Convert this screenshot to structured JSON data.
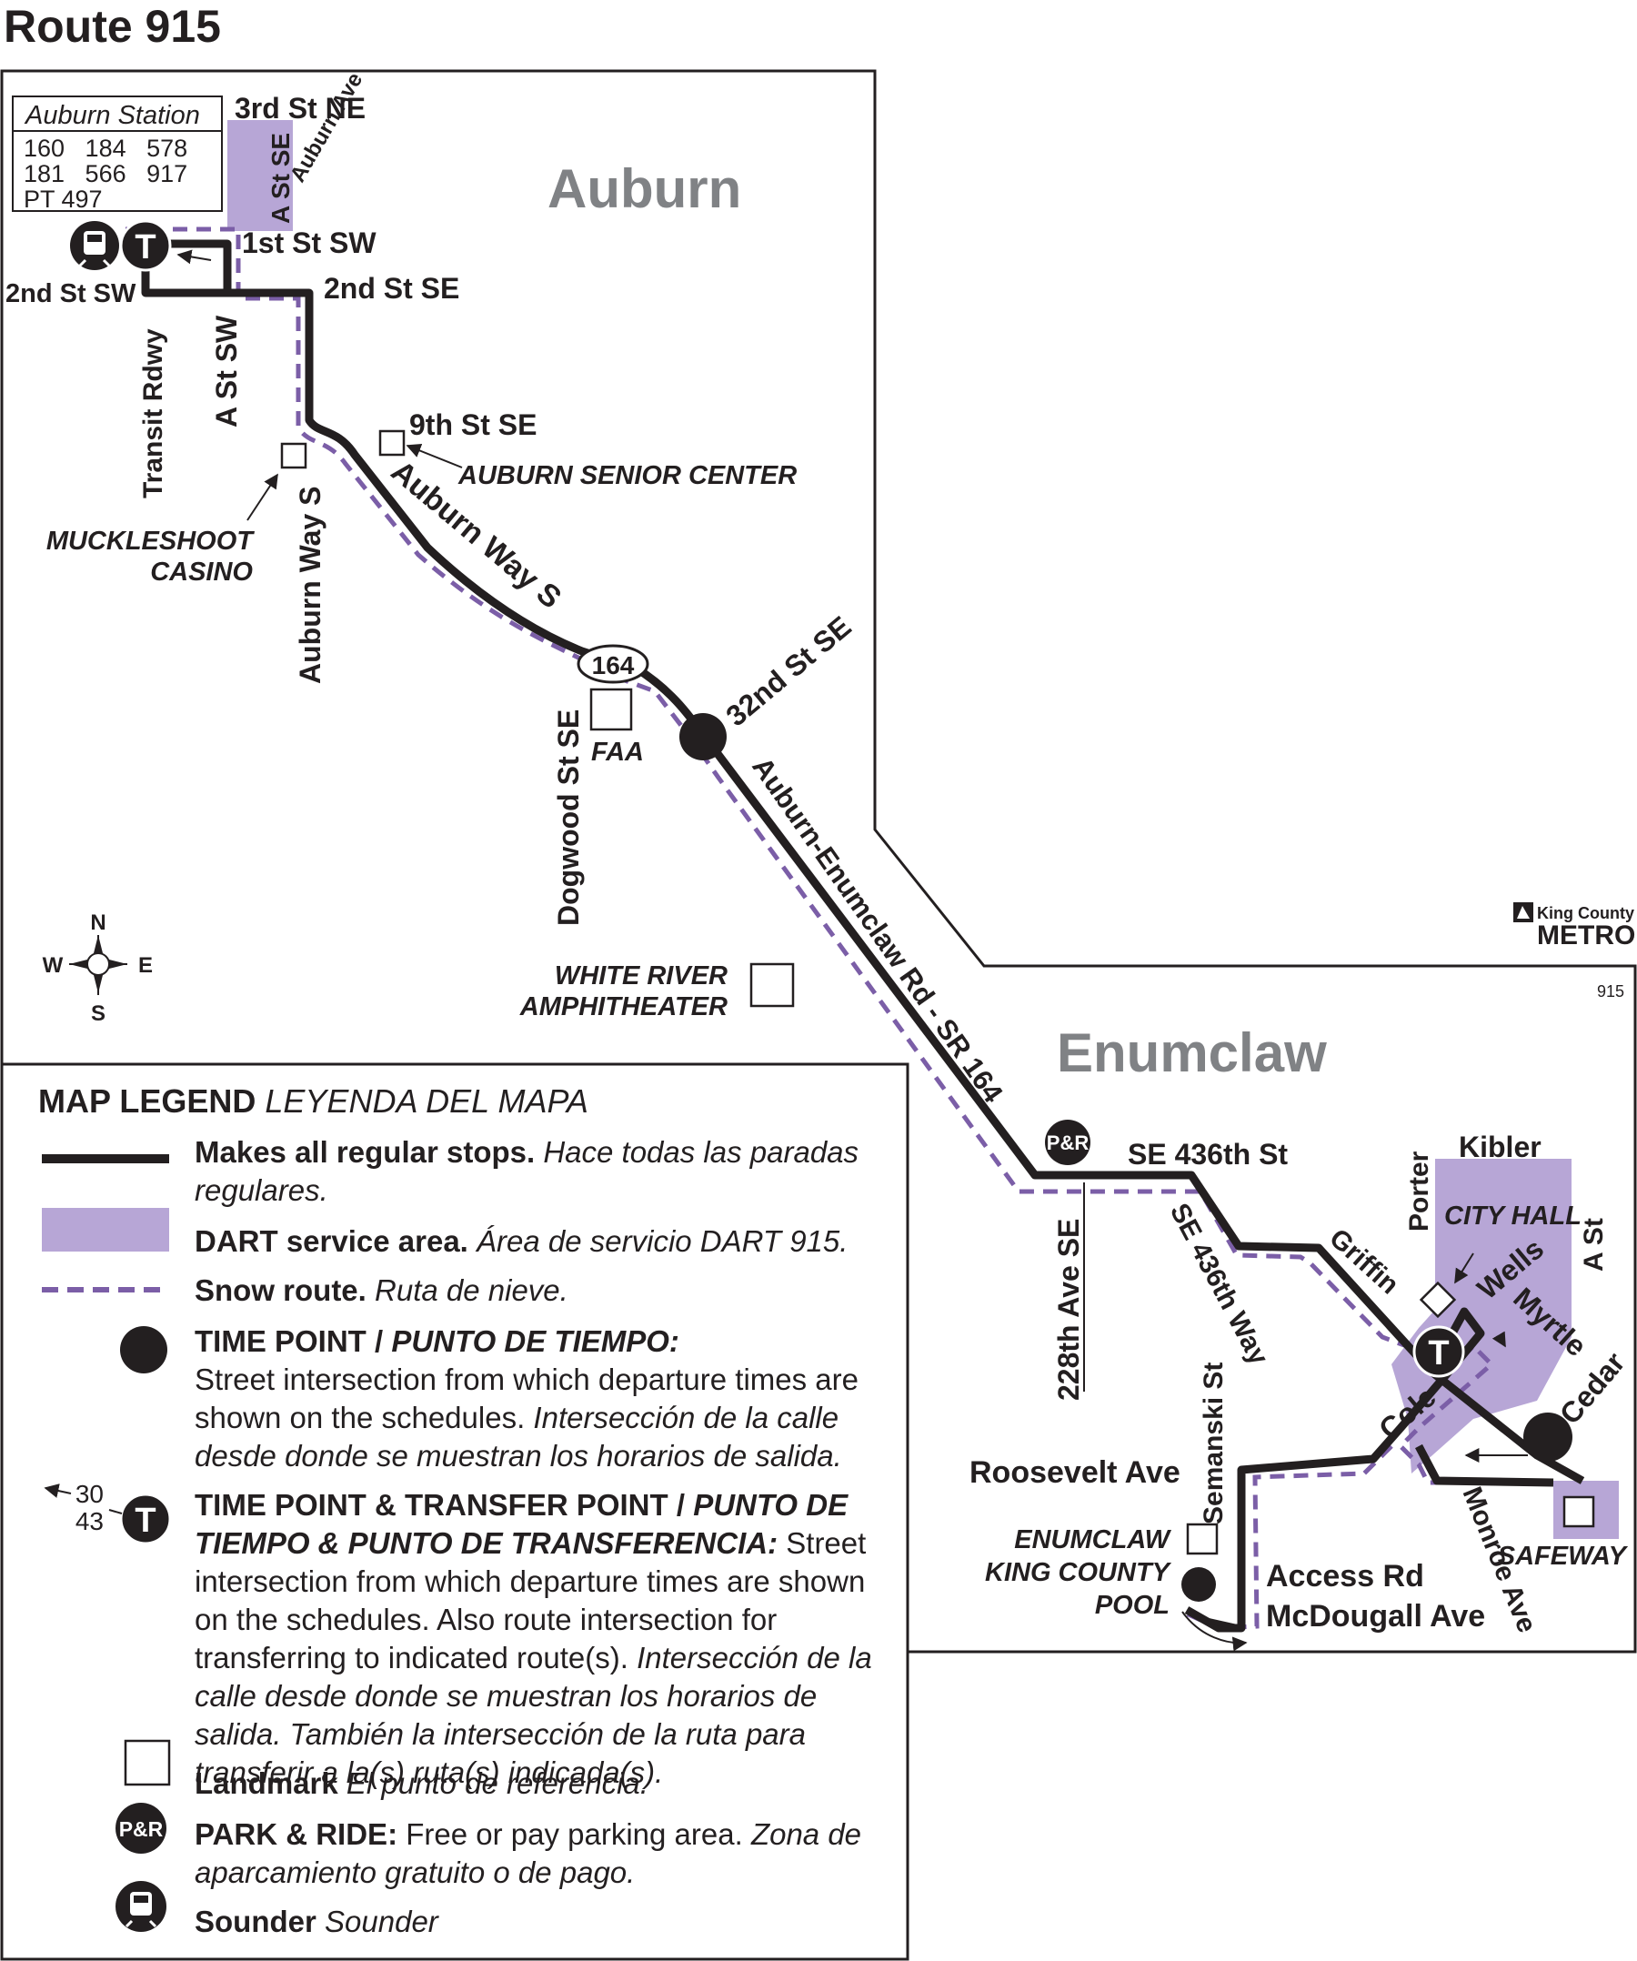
{
  "title": "Route 915",
  "areas": {
    "auburn": "Auburn",
    "enumclaw": "Enumclaw"
  },
  "auburn_station": {
    "title": "Auburn Station",
    "routes_line1": "160   184   578",
    "routes_line2": "181   566   917",
    "routes_line3": "PT 497"
  },
  "streets": {
    "third_st_ne": "3rd St NE",
    "a_st_se": "A St SE",
    "auburn_ave": "Auburn Ave",
    "first_st_sw": "1st St SW",
    "second_st_sw": "2nd St SW",
    "second_st_se": "2nd St SE",
    "transit_rdwy": "Transit Rdwy",
    "a_st_sw": "A St SW",
    "ninth_st_se": "9th St SE",
    "auburn_way_s": "Auburn Way S",
    "auburn_way_s_vertical": "Auburn Way S",
    "dogwood_st_se": "Dogwood St SE",
    "thirty_second_st_se": "32nd St SE",
    "auburn_enumclaw_rd": "Auburn-Enumclaw Rd - SR 164",
    "se_436th_st": "SE 436th St",
    "ave_228th_se": "228th Ave SE",
    "se_436th_way": "SE 436th Way",
    "griffin": "Griffin",
    "porter": "Porter",
    "kibler": "Kibler",
    "wells": "Wells",
    "myrtle": "Myrtle",
    "a_st": "A St",
    "cedar": "Cedar",
    "cole": "Cole",
    "roosevelt_ave": "Roosevelt Ave",
    "semanski_st": "Semanski St",
    "monroe_ave": "Monroe Ave",
    "access_rd": "Access Rd",
    "mcdougall_ave": "McDougall Ave"
  },
  "route_shield": "164",
  "landmarks": {
    "auburn_senior_center": "AUBURN SENIOR CENTER",
    "muckleshoot_casino_1": "MUCKLESHOOT",
    "muckleshoot_casino_2": "CASINO",
    "faa": "FAA",
    "white_river_1": "WHITE RIVER",
    "white_river_2": "AMPHITHEATER",
    "city_hall": "CITY HALL",
    "safeway": "SAFEWAY",
    "pool_1": "ENUMCLAW",
    "pool_2": "KING COUNTY",
    "pool_3": "POOL"
  },
  "compass": {
    "n": "N",
    "s": "S",
    "e": "E",
    "w": "W"
  },
  "symbols": {
    "transfer": "T",
    "park_ride": "P&R"
  },
  "branding": {
    "line1": "King County",
    "line2": "METRO",
    "code": "915"
  },
  "legend": {
    "title": "MAP LEGEND",
    "title_es": "LEYENDA DEL MAPA",
    "regular_stops": "Makes all regular stops.",
    "regular_stops_es": "Hace todas las paradas regulares.",
    "dart_area": "DART service area.",
    "dart_area_es": "Área de servicio DART 915.",
    "snow_route": "Snow route.",
    "snow_route_es": "Ruta de nieve.",
    "time_point": "TIME POINT /",
    "time_point_es": "PUNTO DE TIEMPO:",
    "time_point_desc": "Street intersection from which departure times are shown on the schedules.",
    "time_point_desc_es": "Intersección de la calle desde donde se muestran los horarios de salida.",
    "transfer_routes_1": "30",
    "transfer_routes_2": "43",
    "transfer_point": "TIME POINT & TRANSFER POINT /",
    "transfer_point_es": "PUNTO DE TIEMPO & PUNTO DE TRANSFERENCIA:",
    "transfer_point_desc": "Street intersection from which departure times are shown on the schedules. Also route intersection for transferring to indicated route(s).",
    "transfer_point_desc_es": "Intersección de la calle desde donde se muestran los horarios de salida. También la intersección de la ruta para transferir a la(s) ruta(s) indicada(s).",
    "landmark": "Landmark",
    "landmark_es": "El punto de referencia.",
    "park_ride": "PARK & RIDE:",
    "park_ride_desc": "Free or pay parking area.",
    "park_ride_desc_es": "Zona de aparcamiento gratuito o de pago.",
    "sounder": "Sounder",
    "sounder_es": "Sounder"
  },
  "colors": {
    "route": "#231f20",
    "dart": "#b7a6d6",
    "snow": "#7b5ea7",
    "area_label": "#808285"
  }
}
